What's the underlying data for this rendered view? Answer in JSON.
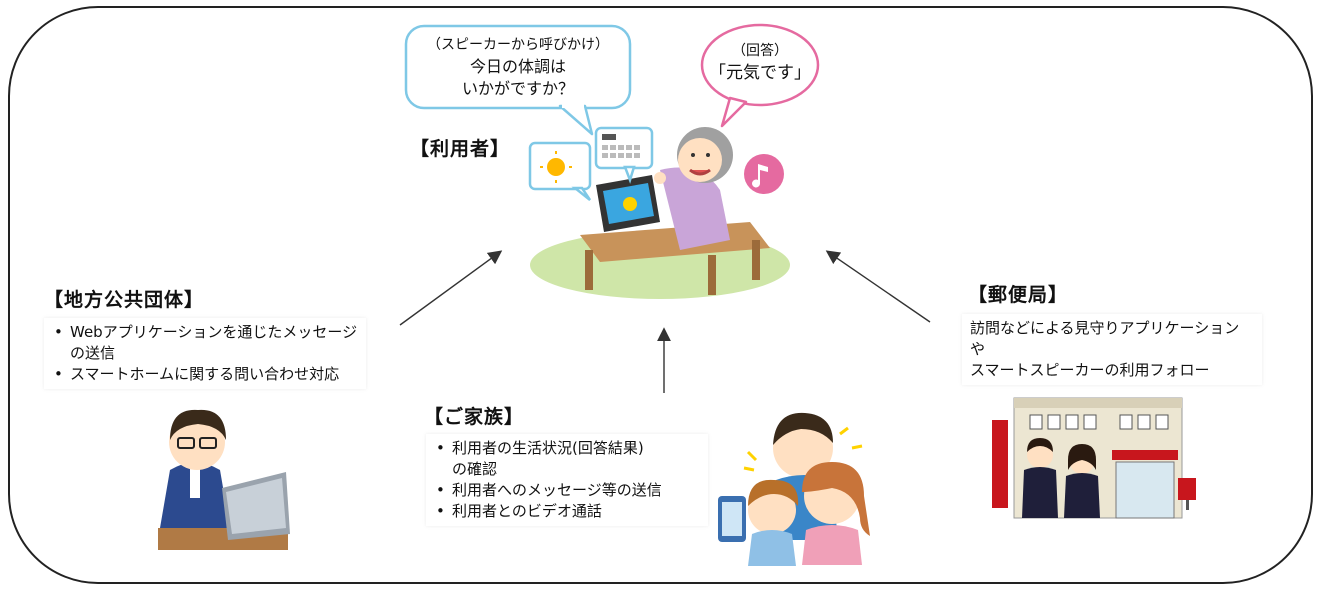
{
  "speech_bubbles": {
    "speaker": {
      "caption": "（スピーカーから呼びかけ）",
      "lines": [
        "今日の体調は",
        "いかがですか？"
      ]
    },
    "answer": {
      "caption": "（回答）",
      "text": "「元気です」"
    }
  },
  "user": {
    "heading": "【利用者】"
  },
  "local_gov": {
    "heading": "【地方公共団体】",
    "items": [
      "Webアプリケーションを通じたメッセージの送信",
      "スマートホームに関する問い合わせ対応"
    ],
    "item1_lines": [
      "Webアプリケーションを通じたメッセージ",
      "の送信"
    ]
  },
  "family": {
    "heading": "【ご家族】",
    "item1_lines": [
      "利用者の生活状況(回答結果)",
      "の確認"
    ],
    "item2": "利用者へのメッセージ等の送信",
    "item3": "利用者とのビデオ通話"
  },
  "post_office": {
    "heading": "【郵便局】",
    "lines": [
      "訪問などによる見守りアプリケーションや",
      "スマートスピーカーの利用フォロー"
    ]
  },
  "colors": {
    "bubble_blue": "#7fc8e6",
    "bubble_pink": "#e56aa0",
    "floor_green": "#cfe6a8",
    "table_brown": "#c8935a",
    "post_red": "#c8161d"
  }
}
